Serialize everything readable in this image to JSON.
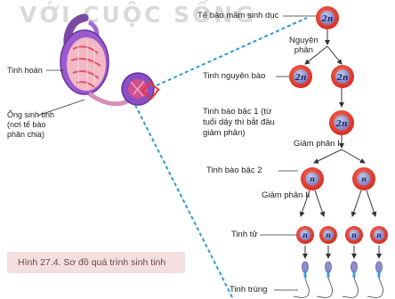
{
  "watermark": "VỚI CUỘC SỐNG",
  "labels": {
    "testis": "Tinh hoàn",
    "tubule": "Ống sinh tinh\n(nơi tế bào\nphân chia)",
    "germ_cell": "Tế bào mầm sinh dục",
    "mitosis": "Nguyên\nphân",
    "spermatogonium": "Tinh nguyên bào",
    "primary": "Tinh bào bậc 1 (từ\ntuổi dậy thì bắt đầu\ngiảm phân)",
    "meiosis1": "Giảm phân I",
    "secondary": "Tinh bào bậc 2",
    "meiosis2": "Giảm phân II",
    "spermatid": "Tinh tử",
    "sperm": "Tinh trùng"
  },
  "cell_labels": {
    "diploid": "2n",
    "haploid": "n"
  },
  "caption": "Hình 27.4. Sơ đồ quá trình sinh tinh",
  "colors": {
    "cell": "#e0342f",
    "nucleus": "#8b90cc",
    "dashed": "#2d9bd6",
    "caption_bg": "#f4dfe0"
  }
}
